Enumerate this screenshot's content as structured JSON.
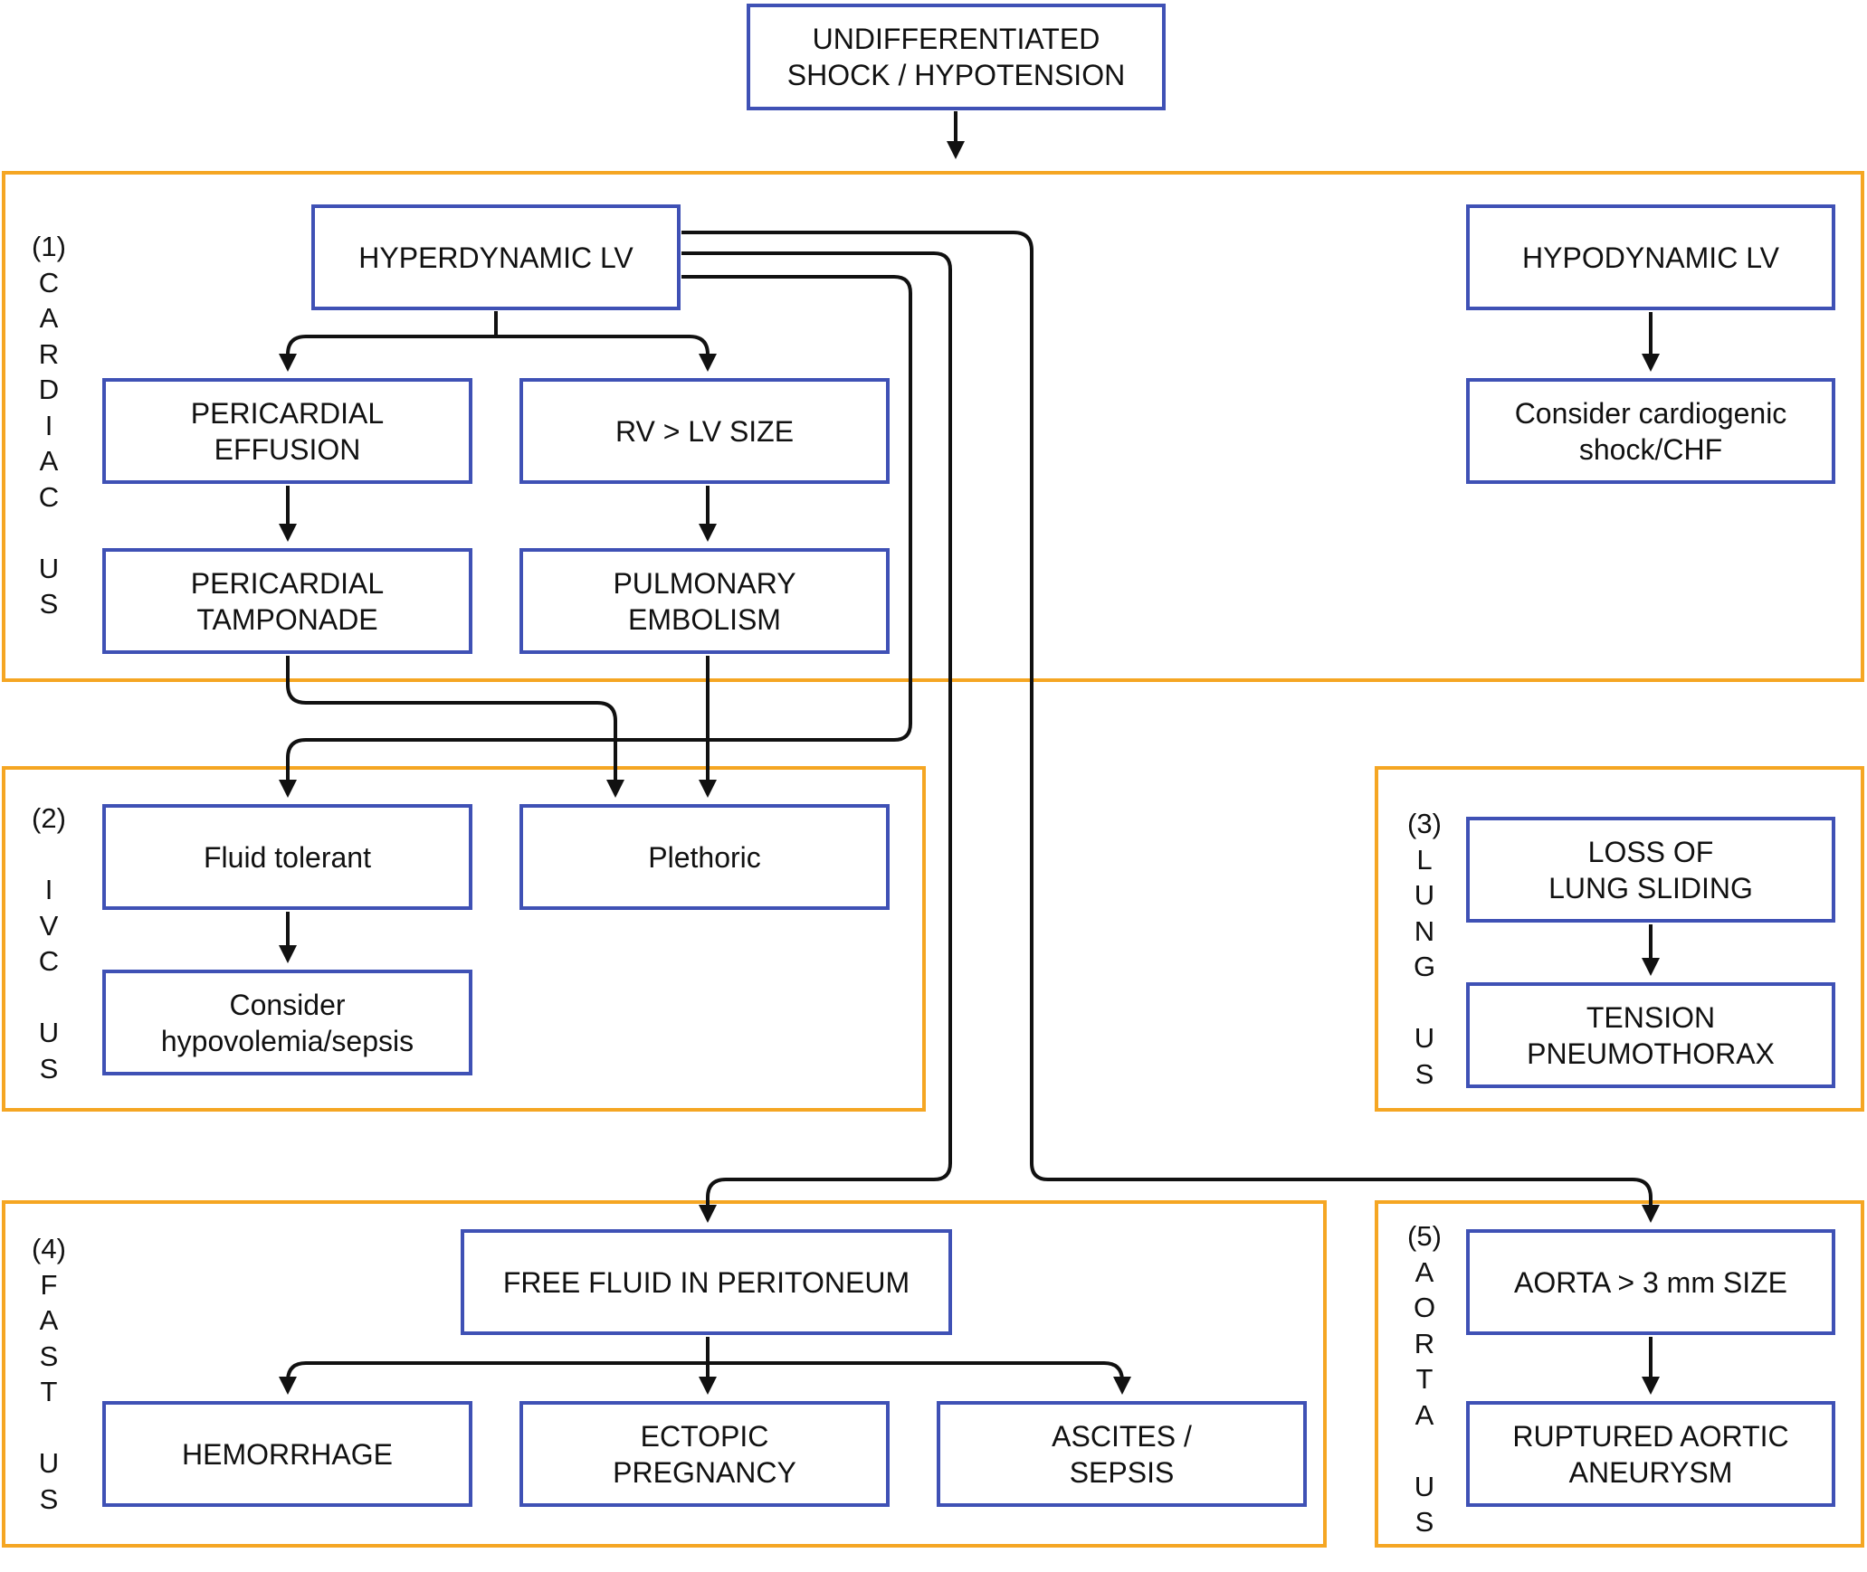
{
  "colors": {
    "section_border": "#f5a623",
    "box_border": "#3f51b5",
    "arrow": "#111111",
    "text": "#111111"
  },
  "top": {
    "label": "UNDIFFERENTIATED\nSHOCK / HYPOTENSION"
  },
  "sections": {
    "cardiac": {
      "label": "(1)\nC\nA\nR\nD\nI\nA\nC\n\nU\nS",
      "boxes": {
        "hyperdynamic": "HYPERDYNAMIC LV",
        "hypodynamic": "HYPODYNAMIC LV",
        "cardiogenic": "Consider cardiogenic\nshock/CHF",
        "effusion": "PERICARDIAL\nEFFUSION",
        "rv_lv": "RV > LV SIZE",
        "tamponade": "PERICARDIAL\nTAMPONADE",
        "embolism": "PULMONARY\nEMBOLISM"
      }
    },
    "ivc": {
      "label": "(2)\n\nI\nV\nC\n\nU\nS",
      "boxes": {
        "fluid_tolerant": "Fluid tolerant",
        "plethoric": "Plethoric",
        "hypovolemia": "Consider\nhypovolemia/sepsis"
      }
    },
    "lung": {
      "label": "(3)\nL\nU\nN\nG\n\nU\nS",
      "boxes": {
        "loss_sliding": "LOSS OF\nLUNG SLIDING",
        "pneumothorax": "TENSION\nPNEUMOTHORAX"
      }
    },
    "fast": {
      "label": "(4)\nF\nA\nS\nT\n\nU\nS",
      "boxes": {
        "free_fluid": "FREE FLUID IN PERITONEUM",
        "hemorrhage": "HEMORRHAGE",
        "ectopic": "ECTOPIC\nPREGNANCY",
        "ascites": "ASCITES /\nSEPSIS"
      }
    },
    "aorta": {
      "label": "(5)\nA\nO\nR\nT\nA\n\nU\nS",
      "boxes": {
        "aorta_size": "AORTA > 3 mm SIZE",
        "ruptured": "RUPTURED AORTIC\nANEURYSM"
      }
    }
  }
}
